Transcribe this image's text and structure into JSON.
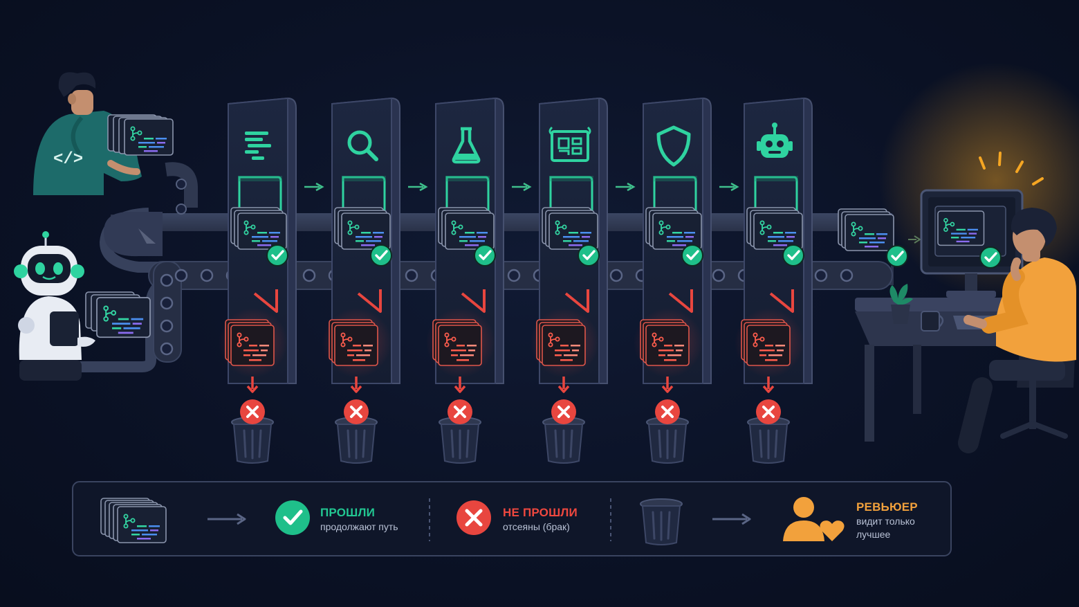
{
  "pipeline": {
    "stages": [
      {
        "icon": "document-lines-icon",
        "accent": "#2fd3a0"
      },
      {
        "icon": "magnifier-icon",
        "accent": "#2fd3a0"
      },
      {
        "icon": "flask-icon",
        "accent": "#2fd3a0"
      },
      {
        "icon": "blueprint-icon",
        "accent": "#2fd3a0"
      },
      {
        "icon": "shield-icon",
        "accent": "#2fd3a0"
      },
      {
        "icon": "robot-icon",
        "accent": "#2fd3a0"
      }
    ],
    "pass_color": "#1fbf8a",
    "fail_color": "#e8463f",
    "reviewer_color": "#f2a13c"
  },
  "legend": {
    "passed": {
      "title": "ПРОШЛИ",
      "subtitle": "продолжают путь"
    },
    "failed": {
      "title": "НЕ ПРОШЛИ",
      "subtitle": "отсеяны (брак)"
    },
    "reviewer": {
      "title": "РЕВЬЮЕР",
      "subtitle_line1": "видит только",
      "subtitle_line2": "лучшее"
    }
  }
}
